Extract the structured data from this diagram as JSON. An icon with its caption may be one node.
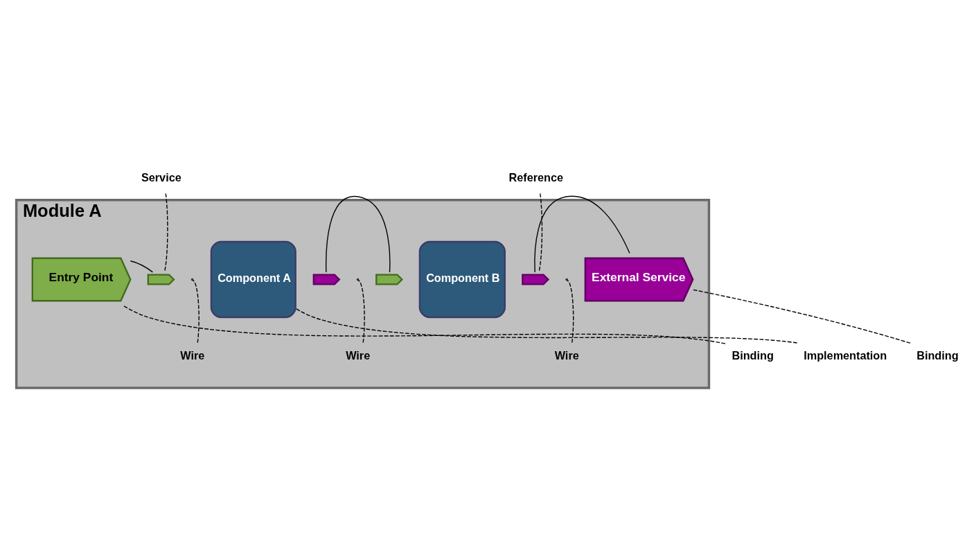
{
  "diagram": {
    "nodes": [
      {
        "text": [
          "Service"
        ]
      },
      {
        "text": [
          "Reference"
        ]
      },
      {
        "text": [
          "Module A"
        ]
      },
      {
        "text": [
          "Entry Point"
        ],
        "in": 2
      },
      {
        "text": [],
        "shape": "chevron",
        "in": 2
      },
      {
        "text": [
          "Component A"
        ],
        "in": 2
      },
      {
        "text": [],
        "shape": "chevron",
        "in": 2
      },
      {
        "text": [],
        "shape": "chevron",
        "in": 2
      },
      {
        "text": [
          "Component B"
        ],
        "in": 2
      },
      {
        "text": [],
        "shape": "chevron",
        "in": 2
      },
      {
        "text": [
          "External Service"
        ],
        "in": 2
      },
      {
        "text": [
          "Wire"
        ],
        "in": 2
      },
      {
        "text": [
          "Wire"
        ],
        "in": 2
      },
      {
        "text": [
          "Wire"
        ],
        "in": 2
      },
      {
        "text": [
          "Binding"
        ]
      },
      {
        "text": [
          "Implementation"
        ]
      },
      {
        "text": [
          "Binding"
        ]
      }
    ],
    "edges": [
      {
        "from": 3,
        "to": 4,
        "arrow": "none"
      },
      {
        "from": 6,
        "to": 7,
        "arrow": "none"
      },
      {
        "from": 9,
        "to": 10,
        "arrow": "none"
      },
      {
        "from": 0,
        "to": 4,
        "arrow": "none",
        "style": "dashed"
      },
      {
        "from": 1,
        "to": 9,
        "arrow": "none",
        "style": "dashed"
      },
      {
        "from": 11,
        "to": null,
        "arrow": "none",
        "style": "dashed"
      },
      {
        "from": 12,
        "to": null,
        "arrow": "none",
        "style": "dashed"
      },
      {
        "from": 13,
        "to": null,
        "arrow": "none",
        "style": "dashed"
      },
      {
        "from": 14,
        "to": 3,
        "arrow": "none",
        "style": "dashed"
      },
      {
        "from": 15,
        "to": 5,
        "arrow": "none",
        "style": "dashed"
      },
      {
        "from": 16,
        "to": 10,
        "arrow": "none",
        "style": "dashed"
      }
    ]
  }
}
